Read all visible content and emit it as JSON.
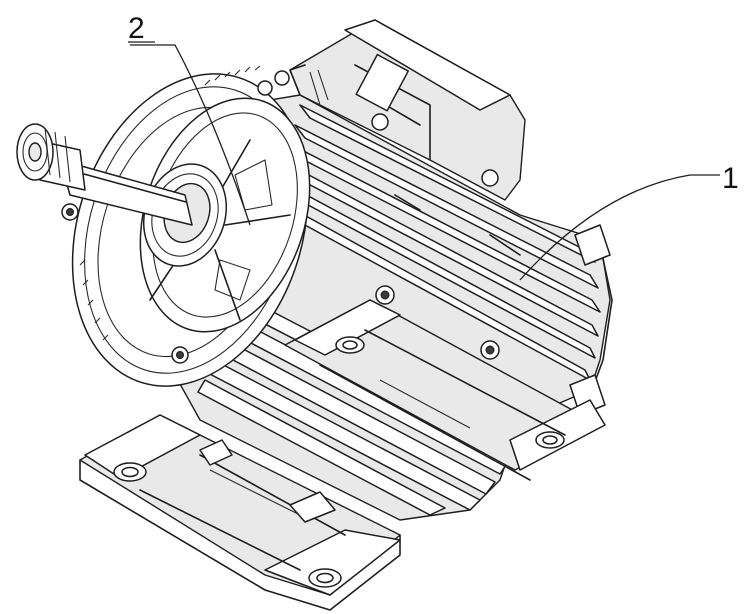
{
  "figure": {
    "callouts": [
      {
        "id": "1",
        "label": "1"
      },
      {
        "id": "2",
        "label": "2"
      }
    ]
  },
  "colors": {
    "line": "#1e1e1e",
    "background": "#ffffff",
    "shade": "#e9e9e9"
  }
}
